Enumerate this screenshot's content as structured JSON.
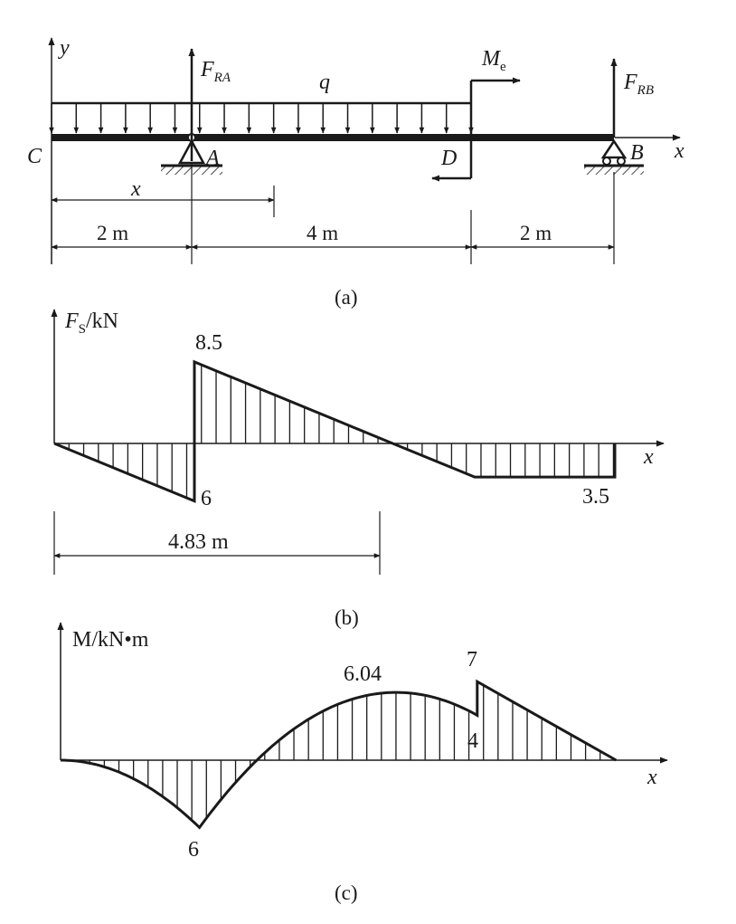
{
  "beam": {
    "axis_y": "y",
    "axis_x": "x",
    "point_c": "C",
    "point_a": "A",
    "point_d": "D",
    "point_b": "B",
    "fra_main": "F",
    "fra_sub": "RA",
    "frb_main": "F",
    "frb_sub": "RB",
    "me_main": "M",
    "me_sub": "e",
    "q": "q",
    "x_var": "x",
    "dim_ca": "2 m",
    "dim_ad": "4 m",
    "dim_db": "2 m",
    "caption": "(a)"
  },
  "shear": {
    "axis_main": "F",
    "axis_sub": "S",
    "axis_unit": "/kN",
    "axis_x": "x",
    "val_peak": "8.5",
    "val_a_left": "6",
    "val_end": "3.5",
    "dim_zero": "4.83 m",
    "caption": "(b)"
  },
  "moment": {
    "axis_label": "M/kN•m",
    "axis_x": "x",
    "val_a": "6",
    "val_max": "6.04",
    "val_jump_top": "7",
    "val_jump_bottom": "4",
    "caption": "(c)"
  },
  "chart_data": [
    {
      "type": "line",
      "name": "shear",
      "x": [
        0,
        2,
        2,
        4.83,
        6,
        8,
        8
      ],
      "y": [
        0,
        -6,
        8.5,
        0,
        -3.5,
        -3.5,
        0
      ]
    },
    {
      "type": "line",
      "name": "moment",
      "x": [
        0,
        1,
        2,
        3,
        4,
        4.83,
        5.5,
        6,
        6,
        7,
        8
      ],
      "y": [
        0,
        -1.5,
        -6,
        1,
        5.5,
        6.04,
        5.4,
        4,
        7,
        3.5,
        0
      ]
    }
  ]
}
